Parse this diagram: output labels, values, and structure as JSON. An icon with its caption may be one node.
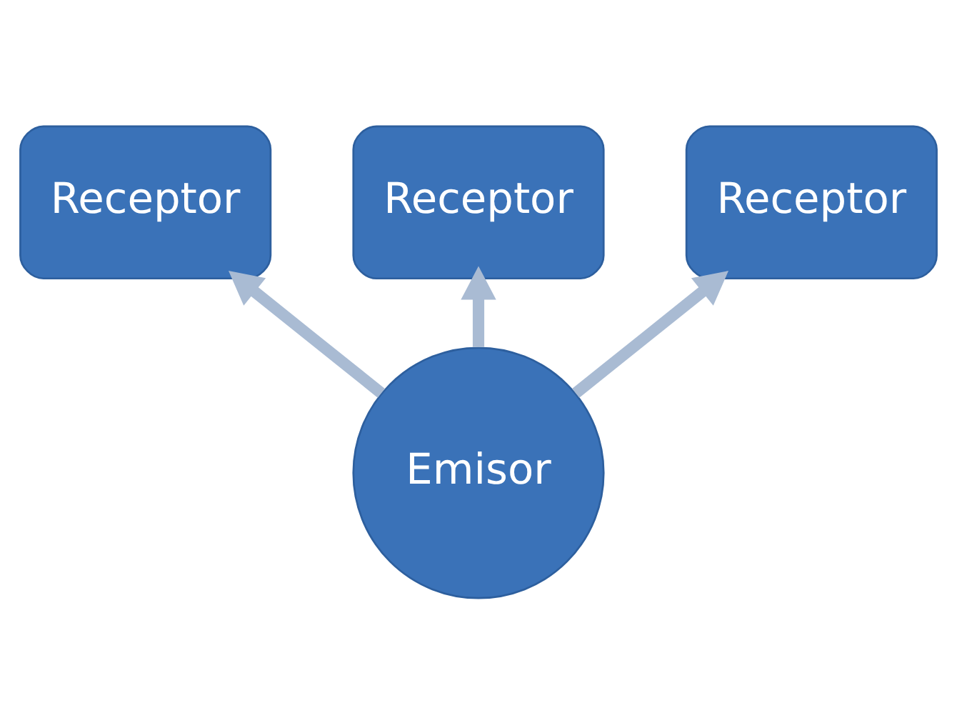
{
  "diagram": {
    "nodes": [
      {
        "text": [
          "Receptor"
        ]
      },
      {
        "text": [
          "Receptor"
        ]
      },
      {
        "text": [
          "Receptor"
        ]
      },
      {
        "text": [
          "Emisor"
        ]
      }
    ],
    "edges": [
      {
        "from": 3,
        "to": 0,
        "arrow": "to"
      },
      {
        "from": 3,
        "to": 1,
        "arrow": "to"
      },
      {
        "from": 3,
        "to": 2,
        "arrow": "to"
      }
    ]
  }
}
